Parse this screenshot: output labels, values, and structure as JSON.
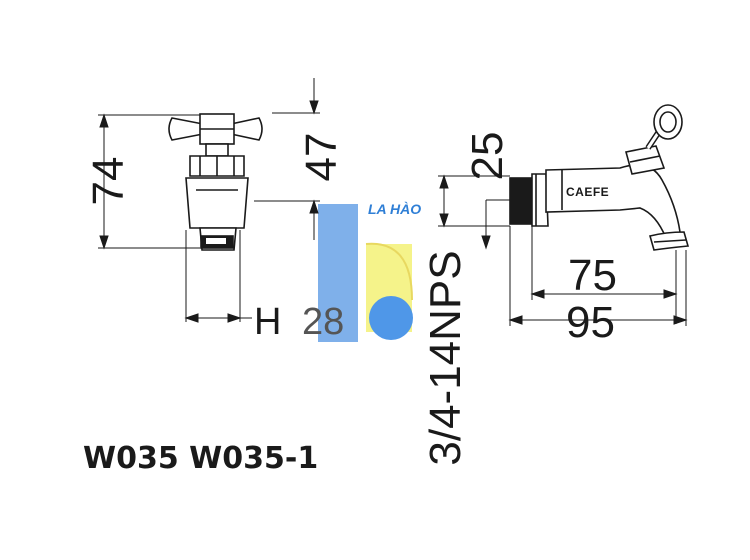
{
  "dimensions": {
    "height_74": "74",
    "height_47": "47",
    "h_label": "H",
    "h_value": "28",
    "thread": "3/4-14NPS",
    "size_25": "25",
    "len_75": "75",
    "len_95": "95"
  },
  "model": "W035 W035-1",
  "brand_engraving": "CAEFE",
  "watermark": {
    "text": "LA HÀO",
    "blue": "#7fb0ea",
    "yellow": "#f5f38a",
    "circle": "#4f97e8"
  },
  "colors": {
    "line": "#1a1a1a"
  }
}
